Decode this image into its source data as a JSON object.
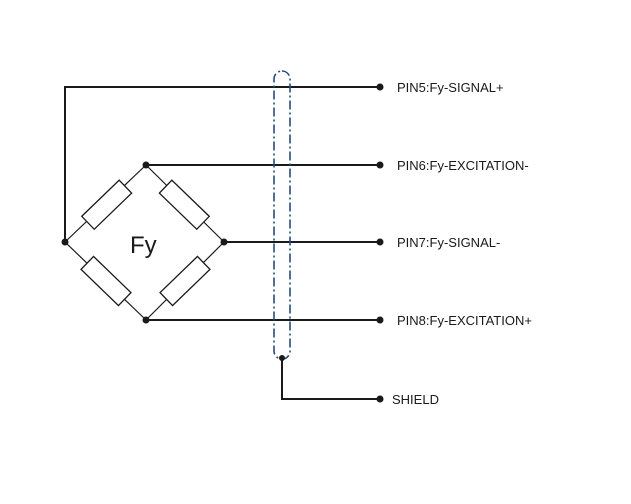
{
  "bridge": {
    "label": "Fy"
  },
  "pins": [
    {
      "id": "pin5",
      "label": "PIN5:Fy-SIGNAL+"
    },
    {
      "id": "pin6",
      "label": "PIN6:Fy-EXCITATION-"
    },
    {
      "id": "pin7",
      "label": "PIN7:Fy-SIGNAL-"
    },
    {
      "id": "pin8",
      "label": "PIN8:Fy-EXCITATION+"
    },
    {
      "id": "shield",
      "label": "SHIELD"
    }
  ],
  "colors": {
    "wire": "#1a1a1a",
    "shield": "#2b4a7a",
    "background": "#ffffff"
  }
}
